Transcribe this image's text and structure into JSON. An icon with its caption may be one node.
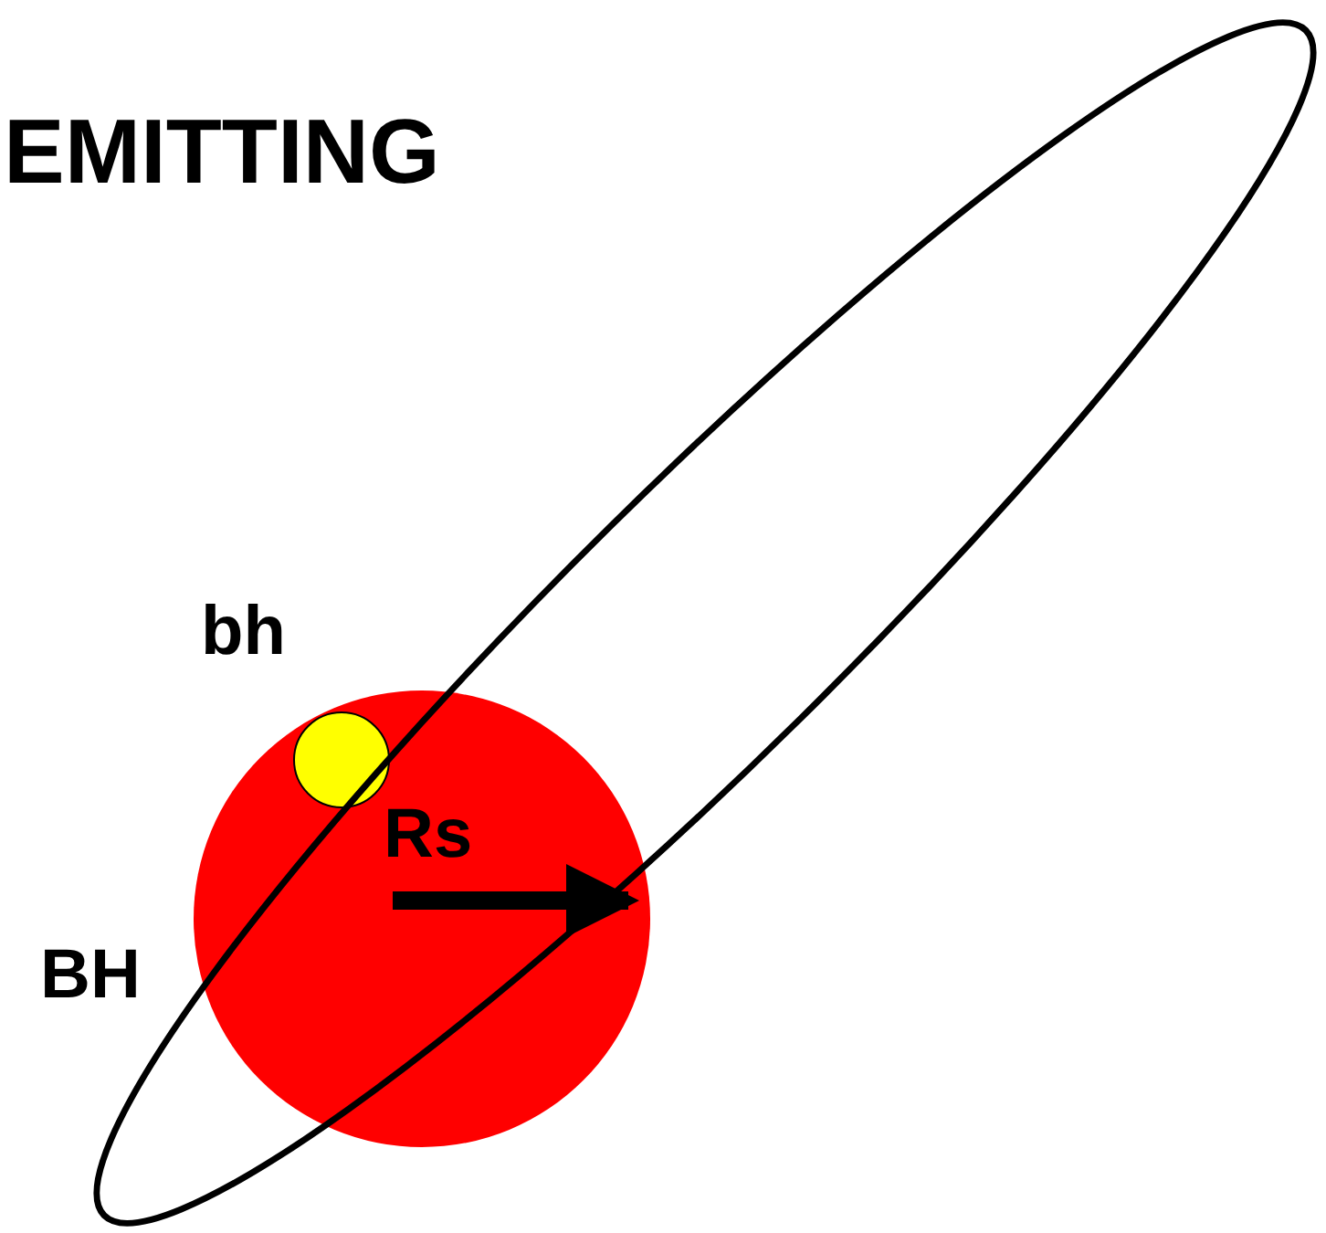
{
  "diagram": {
    "labels": [
      "EMITTING",
      "bh",
      "Rs",
      "BH"
    ]
  }
}
